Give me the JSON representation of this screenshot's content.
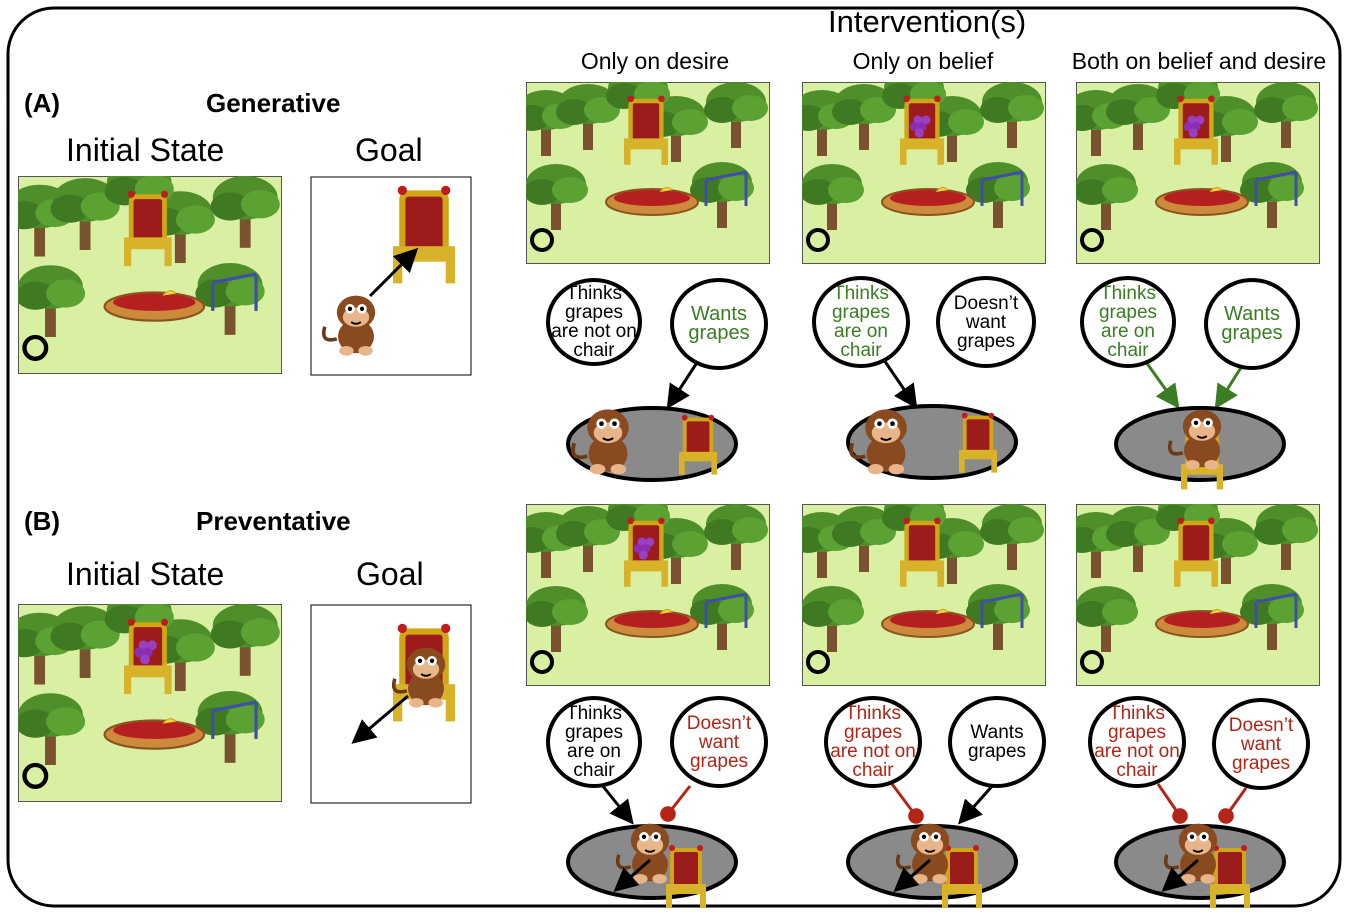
{
  "intervention_title": "Intervention(s)",
  "columns": [
    "Only on desire",
    "Only on belief",
    "Both on belief and desire"
  ],
  "panelA": {
    "label": "(A)",
    "title": "Generative",
    "initial_label": "Initial State",
    "goal_label": "Goal"
  },
  "panelB": {
    "label": "(B)",
    "title": "Preventative",
    "initial_label": "Initial State",
    "goal_label": "Goal"
  },
  "rowA_bubbles": [
    {
      "belief": "Thinks\ngrapes\nare not on\nchair",
      "desire": "Wants\ngrapes"
    },
    {
      "belief": "Thinks\ngrapes\nare on\nchair",
      "desire": "Doesn’t\nwant\ngrapes"
    },
    {
      "belief": "Thinks\ngrapes\nare on\nchair",
      "desire": "Wants\ngrapes"
    }
  ],
  "rowB_bubbles": [
    {
      "belief": "Thinks\ngrapes\nare on\nchair",
      "desire": "Doesn’t\nwant\ngrapes"
    },
    {
      "belief": "Thinks\ngrapes\nare not on\nchair",
      "desire": "Wants\ngrapes"
    },
    {
      "belief": "Thinks\ngrapes\nare not on\nchair",
      "desire": "Doesn’t\nwant\ngrapes"
    }
  ],
  "colors": {
    "generative_link": "#3a7d22",
    "preventative_link": "#b22517",
    "scene_bg": "#d9f0a3",
    "ellipse_fill": "#8a8a8a"
  }
}
